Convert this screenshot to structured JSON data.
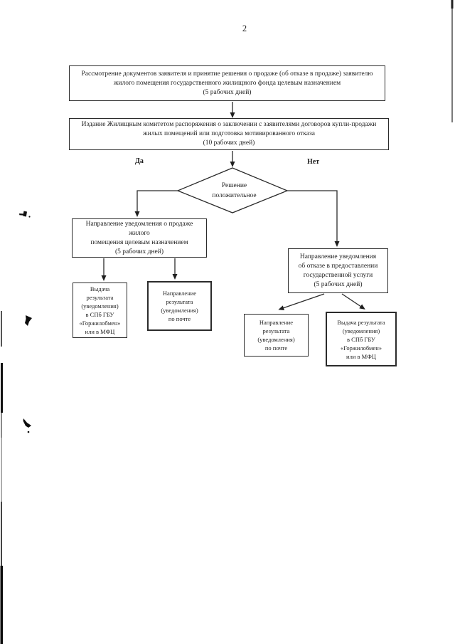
{
  "page": {
    "number": "2"
  },
  "flowchart": {
    "step1": {
      "text": "Рассмотрение документов заявителя и принятие решения о продаже (об отказе в продаже) заявителю\nжилого помещения государственного жилищного фонда целевым назначением\n(5 рабочих дней)"
    },
    "step2": {
      "text": "Издание Жилищным комитетом распоряжения о заключении с заявителями договоров купли-продажи\nжилых помещений или подготовка мотивированного отказа\n(10 рабочих дней)"
    },
    "decision": {
      "text": "Решение\nположительное",
      "yes_label": "Да",
      "no_label": "Нет"
    },
    "notify_sale": {
      "text": "Направление уведомления о продаже жилого\nпомещения целевым назначением\n(5 рабочих дней)"
    },
    "notify_refusal": {
      "text": "Направление уведомления\nоб отказе в предоставлении\nгосударственной услуги\n(5 рабочих дней)"
    },
    "yes_issue_result": {
      "text": "Выдача\nрезультата\n(уведомления)\nв СПб ГБУ\n«Горжилобмен»\nили в МФЦ"
    },
    "yes_mail_result": {
      "text": "Направление\nрезультата\n(уведомления)\nпо почте"
    },
    "no_mail_result": {
      "text": "Направление\nрезультата\n(уведомления)\nпо почте"
    },
    "no_issue_result": {
      "text": "Выдача результата\n(уведомления)\nв СПб ГБУ\n«Горжилобмен»\nили в МФЦ"
    }
  },
  "colors": {
    "ink": "#1f1f1f",
    "border": "#2b2b2b",
    "paper": "#ffffff"
  }
}
